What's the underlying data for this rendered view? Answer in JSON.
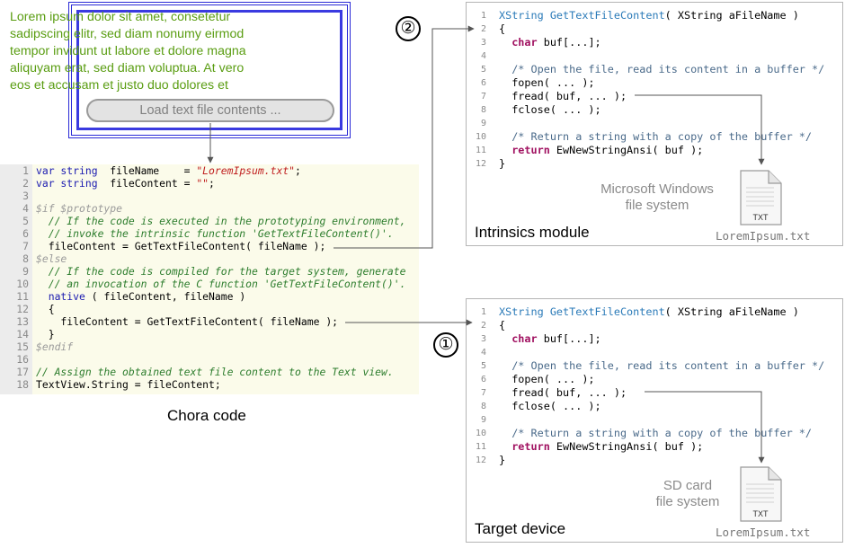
{
  "widget": {
    "text_lines": [
      "Lorem ipsum dolor sit amet, consetetur",
      "sadipscing elitr, sed diam nonumy eirmod",
      "tempor invidunt ut labore et dolore magna",
      "aliquyam erat, sed diam voluptua. At vero",
      "eos et accusam et justo duo dolores et"
    ],
    "button_label": "Load text file contents ..."
  },
  "chora": {
    "caption": "Chora code",
    "lines": [
      {
        "n": "1",
        "segs": [
          [
            "kw",
            "var string"
          ],
          [
            "",
            "  fileName    = "
          ],
          [
            "str",
            "\"LoremIpsum.txt\""
          ],
          [
            "",
            ";"
          ]
        ]
      },
      {
        "n": "2",
        "segs": [
          [
            "kw",
            "var string"
          ],
          [
            "",
            "  fileContent = "
          ],
          [
            "str",
            "\"\""
          ],
          [
            "",
            ";"
          ]
        ]
      },
      {
        "n": "3",
        "segs": []
      },
      {
        "n": "4",
        "segs": [
          [
            "dir",
            "$if $prototype"
          ]
        ]
      },
      {
        "n": "5",
        "segs": [
          [
            "cmt",
            "  // If the code is executed in the prototyping environment,"
          ]
        ]
      },
      {
        "n": "6",
        "segs": [
          [
            "cmt",
            "  // invoke the intrinsic function 'GetTextFileContent()'."
          ]
        ]
      },
      {
        "n": "7",
        "segs": [
          [
            "",
            "  fileContent = GetTextFileContent( fileName );"
          ]
        ]
      },
      {
        "n": "8",
        "segs": [
          [
            "dir",
            "$else"
          ]
        ]
      },
      {
        "n": "9",
        "segs": [
          [
            "cmt",
            "  // If the code is compiled for the target system, generate"
          ]
        ]
      },
      {
        "n": "10",
        "segs": [
          [
            "cmt",
            "  // an invocation of the C function 'GetTextFileContent()'."
          ]
        ]
      },
      {
        "n": "11",
        "segs": [
          [
            "kw",
            "  native"
          ],
          [
            "",
            " ( fileContent, fileName )"
          ]
        ]
      },
      {
        "n": "12",
        "segs": [
          [
            "",
            "  {"
          ]
        ]
      },
      {
        "n": "13",
        "segs": [
          [
            "",
            "    fileContent = GetTextFileContent( fileName );"
          ]
        ]
      },
      {
        "n": "14",
        "segs": [
          [
            "",
            "  }"
          ]
        ]
      },
      {
        "n": "15",
        "segs": [
          [
            "dir",
            "$endif"
          ]
        ]
      },
      {
        "n": "16",
        "segs": []
      },
      {
        "n": "17",
        "segs": [
          [
            "cmt",
            "// Assign the obtained text file content to the Text view."
          ]
        ]
      },
      {
        "n": "18",
        "segs": [
          [
            "",
            "TextView.String = fileContent;"
          ]
        ]
      }
    ]
  },
  "c_code": [
    {
      "n": "1",
      "segs": [
        [
          "rtype",
          "XString"
        ],
        [
          "",
          " "
        ],
        [
          "rfn",
          "GetTextFileContent"
        ],
        [
          "",
          "( XString aFileName )"
        ]
      ]
    },
    {
      "n": "2",
      "segs": [
        [
          "",
          "{"
        ]
      ]
    },
    {
      "n": "3",
      "segs": [
        [
          "rkw",
          "  char"
        ],
        [
          "",
          " buf[...];"
        ]
      ]
    },
    {
      "n": "4",
      "segs": []
    },
    {
      "n": "5",
      "segs": [
        [
          "rcmt",
          "  /* Open the file, read its content in a buffer */"
        ]
      ]
    },
    {
      "n": "6",
      "segs": [
        [
          "",
          "  fopen( ... );"
        ]
      ]
    },
    {
      "n": "7",
      "segs": [
        [
          "",
          "  fread( buf, ... );"
        ]
      ]
    },
    {
      "n": "8",
      "segs": [
        [
          "",
          "  fclose( ... );"
        ]
      ]
    },
    {
      "n": "9",
      "segs": []
    },
    {
      "n": "10",
      "segs": [
        [
          "rcmt",
          "  /* Return a string with a copy of the buffer */"
        ]
      ]
    },
    {
      "n": "11",
      "segs": [
        [
          "rkw",
          "  return"
        ],
        [
          "",
          " EwNewStringAnsi( buf );"
        ]
      ]
    },
    {
      "n": "12",
      "segs": [
        [
          "",
          "}"
        ]
      ]
    }
  ],
  "intrinsics": {
    "title": "Intrinsics module",
    "fs_line1": "Microsoft Windows",
    "fs_line2": "file system",
    "file_name": "LoremIpsum.txt",
    "file_ext": "TXT",
    "badge": "②"
  },
  "target": {
    "title": "Target device",
    "fs_line1": "SD card",
    "fs_line2": "file system",
    "file_name": "LoremIpsum.txt",
    "file_ext": "TXT",
    "badge": "①"
  },
  "colors": {
    "widget_border": "#2a2ad6",
    "lorem_text": "#5a9d12",
    "arrow": "#555555"
  }
}
